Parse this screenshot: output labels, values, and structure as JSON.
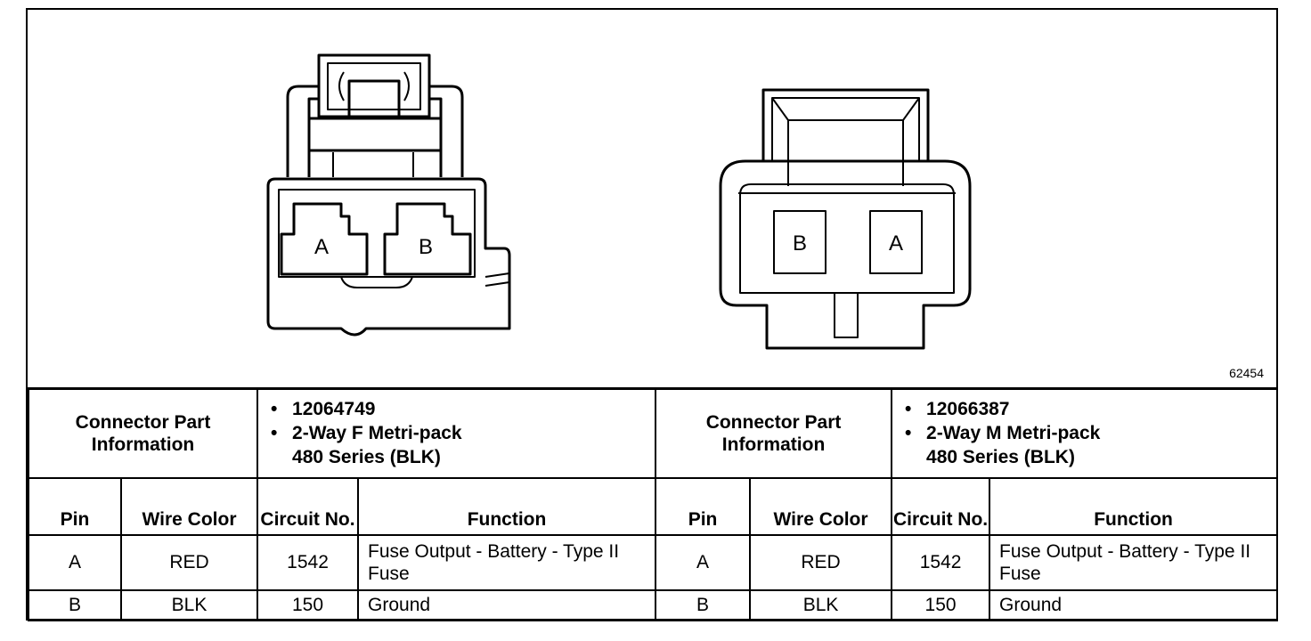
{
  "diagram_id": "62454",
  "connectors": [
    {
      "view": "female",
      "pins_left_to_right": [
        "A",
        "B"
      ],
      "part_info_label": "Connector Part Information",
      "part_number": "12064749",
      "description_line1": "2-Way F Metri-pack",
      "description_line2": "480 Series (BLK)"
    },
    {
      "view": "male",
      "pins_left_to_right": [
        "B",
        "A"
      ],
      "part_info_label": "Connector Part Information",
      "part_number": "12066387",
      "description_line1": "2-Way M Metri-pack",
      "description_line2": "480 Series (BLK)"
    }
  ],
  "columns": {
    "pin": "Pin",
    "wire_color_left": "Wire Color",
    "wire_color_right": "Wire Color",
    "circuit": "Circuit No.",
    "function": "Function"
  },
  "rows": [
    {
      "pin": "A",
      "wire_color": "RED",
      "circuit": "1542",
      "function": "Fuse Output - Battery - Type II Fuse"
    },
    {
      "pin": "B",
      "wire_color": "BLK",
      "circuit": "150",
      "function": "Ground"
    }
  ]
}
